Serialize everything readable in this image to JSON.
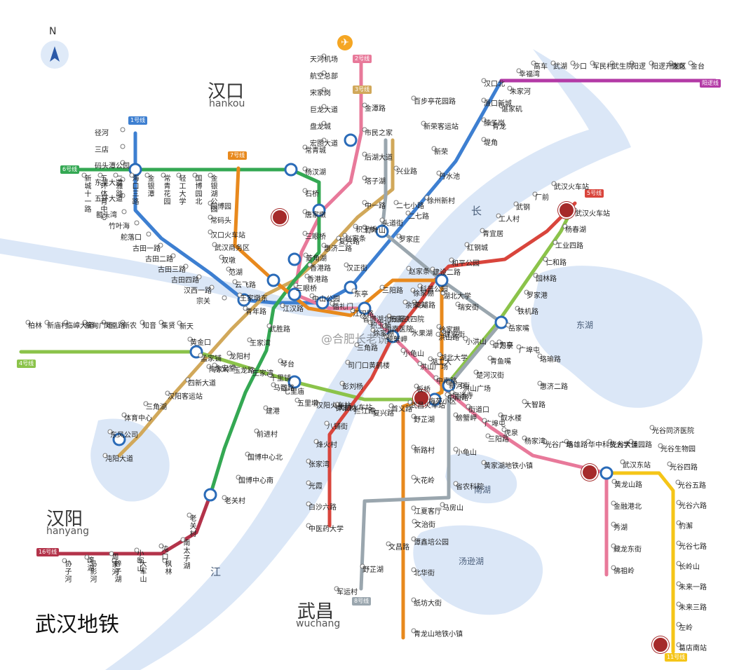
{
  "title": "武汉地铁",
  "compass": {
    "north": "N"
  },
  "watermark": "@合肥长老说",
  "districts": [
    {
      "name": "汉口",
      "pinyin": "hankou"
    },
    {
      "name": "汉阳",
      "pinyin": "hanyang"
    },
    {
      "name": "武昌",
      "pinyin": "wuchang"
    }
  ],
  "geo_labels": {
    "river_1": "长",
    "river_2": "江",
    "lake_east": "东湖",
    "lake_south": "南湖",
    "lake_tangxun": "汤逊湖"
  },
  "lines": [
    {
      "id": "line1",
      "label": "1号线",
      "color": "#3d7fd1"
    },
    {
      "id": "line2",
      "label": "2号线",
      "color": "#e8799a"
    },
    {
      "id": "line3",
      "label": "3号线",
      "color": "#d1a85a"
    },
    {
      "id": "line4",
      "label": "4号线",
      "color": "#8bc34a"
    },
    {
      "id": "line5",
      "label": "5号线",
      "color": "#d9453c"
    },
    {
      "id": "line6",
      "label": "6号线",
      "color": "#34a853"
    },
    {
      "id": "line7",
      "label": "7号线",
      "color": "#e8891d"
    },
    {
      "id": "line8",
      "label": "8号线",
      "color": "#9aa6ae"
    },
    {
      "id": "line11",
      "label": "11号线",
      "color": "#f5c518"
    },
    {
      "id": "line16",
      "label": "16号线",
      "color": "#b3334a"
    },
    {
      "id": "yangluo",
      "label": "阳逻线",
      "color": "#b33aa6"
    }
  ],
  "stations": {
    "top_airport": [
      "天河机场",
      "航空总部",
      "宋家岗",
      "巨龙大道",
      "盘龙城",
      "宏图大道"
    ],
    "line1_nw": [
      "径河",
      "三店",
      "码头潭公园",
      "东吴大道",
      "五环大道",
      "额头湾",
      "竹叶海",
      "舵落口",
      "古田一路",
      "古田二路",
      "古田三路",
      "古田四路",
      "汉西一路",
      "宗关"
    ],
    "line6_top": [
      "新城十一路",
      "五环体育中心",
      "二雅路",
      "海口三路",
      "金银潭",
      "常青花园",
      "轻工大学",
      "国博园北",
      "金银湖公园"
    ],
    "line7_north": [
      "园博园",
      "常码头",
      "汉口火车站",
      "武汉商务区",
      "双墩",
      "范湖",
      "云飞路",
      "王家墩东",
      "青年路"
    ],
    "line2_hk": [
      "常青城",
      "杨汊湖",
      "石桥",
      "唐家墩",
      "三眼桥",
      "菱角湖",
      "香港路",
      "中山公园",
      "循礼门",
      "江汉路",
      "积玉桥",
      "螃蟹岬",
      "小龟山",
      "洪山广场",
      "中南路",
      "宝通寺",
      "街道口",
      "广埠屯",
      "虎泉",
      "杨家湾",
      "光谷广场",
      "珞雄路",
      "华中科技大学",
      "光谷大道",
      "佳园路",
      "武汉东站",
      "黄龙山路",
      "金融港北",
      "秀湖",
      "藏龙东街",
      "佛祖岭"
    ],
    "line3": [
      "金潭路",
      "市民之家",
      "后湖大道",
      "塔子湖",
      "中一路",
      "竹叶山",
      "赵家条",
      "惠济二路",
      "香港路",
      "三眼桥",
      "江汉路",
      "武胜路",
      "王家湾",
      "龙阳村",
      "陶家岭",
      "四新大道",
      "汉阳客运站",
      "三角湖",
      "体育中心",
      "东风公司",
      "沌阳大道"
    ],
    "line8": [
      "兴业路",
      "二七小路",
      "罗家庄",
      "赵家条",
      "黄浦路",
      "徐家棚",
      "湖北大学",
      "新河街",
      "螃蟹岬",
      "小龟山",
      "省农科院",
      "马房山",
      "文治街",
      "文昌路",
      "野芷湖",
      "军运村"
    ],
    "line4": [
      "柏林",
      "新庙村",
      "临嶂大道",
      "蔡甸广场",
      "凤凰路",
      "新农",
      "知音",
      "集贤",
      "新天",
      "黄金口",
      "孟家铺",
      "永安堂",
      "玉龙路",
      "王家湾",
      "十里铺",
      "七里庙",
      "五里墩",
      "汉阳火车站",
      "钟家村",
      "拦江路",
      "复兴路",
      "首义路",
      "武昌火车站",
      "梅苑小区",
      "中南路",
      "洪山广场",
      "楚河汉街",
      "青鱼嘴",
      "东亭",
      "岳家嘴",
      "铁机路",
      "罗家港",
      "园林路",
      "仁和路",
      "工业四路",
      "杨春湖",
      "武汉火车站"
    ],
    "line5": [
      "武汉火车站",
      "厂前",
      "武钢",
      "工人村",
      "青宜居",
      "红钢城",
      "和平公园",
      "建设二路",
      "科普公园",
      "余家头",
      "杨园铁四院",
      "徐家棚",
      "三角路",
      "司门口黄鹤楼",
      "彭刘杨",
      "武昌火车站",
      "八铺街",
      "烽火村",
      "张家湾",
      "光霞",
      "白沙六路",
      "中医药大学"
    ],
    "line6_south": [
      "琴台",
      "马鹦路",
      "建港",
      "前进村",
      "国博中心北",
      "国博中心南",
      "老关村"
    ],
    "line7_south": [
      "三阳路",
      "徐家棚",
      "湖北大学",
      "瑞安街",
      "建安街",
      "湖工大",
      "板桥",
      "野芷湖",
      "新路村",
      "大花岭",
      "江夏客厅",
      "谭鑫培公园",
      "北华街",
      "纸坊大街",
      "青龙山地铁小镇"
    ],
    "line11": [
      "光谷同济医院",
      "光谷生物园",
      "光谷四路",
      "光谷五路",
      "光谷六路",
      "豹澥",
      "光谷七路",
      "长岭山",
      "未来一路",
      "未来三路",
      "左岭",
      "葛店南站"
    ],
    "line16": [
      "老关村",
      "南太子湖",
      "沌口",
      "小军山",
      "周家河",
      "湾湖",
      "协子河",
      "马影河",
      "梓子湖",
      "大军山",
      "枫林"
    ],
    "yangluo": [
      "汉口北",
      "滠口新城",
      "滕子岗",
      "堤角",
      "青龙",
      "谌家矶",
      "朱家河",
      "幸福湾",
      "高车",
      "武湖",
      "沙口",
      "军民村",
      "武生院",
      "阳逻",
      "阳逻开发区",
      "施岗",
      "金台"
    ],
    "misc": [
      "百步亭花园路",
      "新荣客运站",
      "新荣",
      "丹水池",
      "徐州新村",
      "二七路",
      "头道街",
      "积玉桥",
      "复兴路",
      "汉正街",
      "东亭",
      "省博湖北日报",
      "中南医院",
      "水果湖",
      "洪山路",
      "小洪山",
      "卓刀泉",
      "广埠屯",
      "珞瑜路",
      "惠济二路",
      "大智路",
      "取水楼",
      "三阳路",
      "黄家湖地铁小镇"
    ]
  }
}
